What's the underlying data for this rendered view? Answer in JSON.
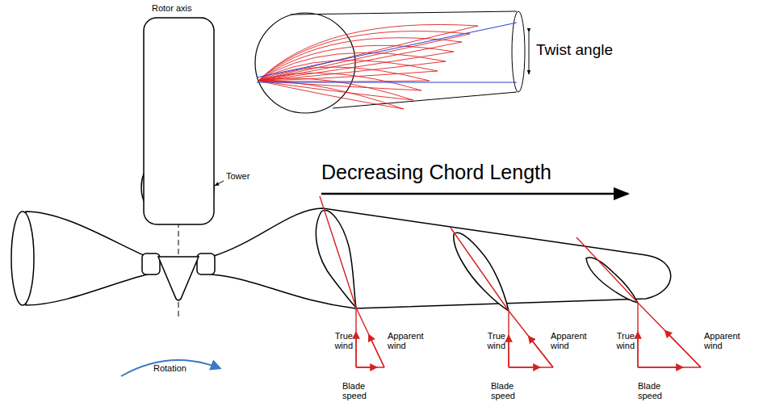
{
  "diagram": {
    "labels": [
      "Rotor axis",
      "Twist angle",
      "Tower",
      "Decreasing Chord Length",
      "True wind",
      "Apparent wind",
      "True wind",
      "Apparent wind",
      "True wind",
      "Apparent wind",
      "Blade speed",
      "Blade speed",
      "Blade speed",
      "Rotation"
    ]
  }
}
